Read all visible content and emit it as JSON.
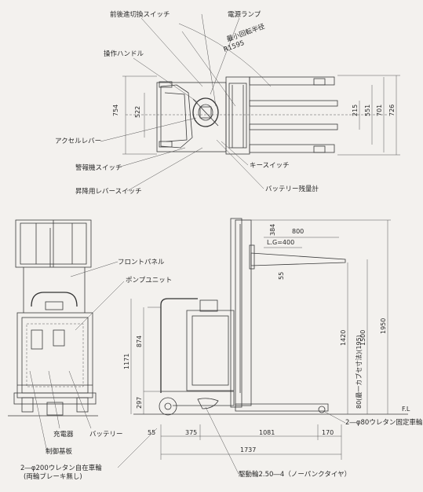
{
  "labels": {
    "direction_switch": "前後進切換スイッチ",
    "power_lamp": "電源ランプ",
    "min_turn_radius": "最小回転半径",
    "radius_value": "R1595",
    "handle": "操作ハンドル",
    "accel_lever": "アクセルレバー",
    "horn_switch": "警報機スイッチ",
    "lift_lever_switch": "昇降用レバースイッチ",
    "key_switch": "キースイッチ",
    "battery_meter": "バッテリー残量計",
    "front_panel": "フロントパネル",
    "pump_unit": "ポンプユニット",
    "charger": "充電器",
    "battery": "バッテリー",
    "control_board": "制御基板",
    "caster": "2―φ200ウレタン自在車輪",
    "caster_note": "(両輪ブレーキ無し)",
    "drive_wheel": "駆動輪2.50―4（ノーパンクタイヤ）",
    "load_wheel": "2―φ80ウレタン固定車輪",
    "floor": "F.L",
    "lift_note": "80(最一カブセ寸法)(195)"
  },
  "dims_top": {
    "d754": "754",
    "d522": "522",
    "d215": "215",
    "d551": "551",
    "d701": "701",
    "d726": "726"
  },
  "dims_side": {
    "d384": "384",
    "d800": "800",
    "lg": "L.G=400",
    "d55a": "55",
    "d874": "874",
    "d1171": "1171",
    "d297": "297",
    "d1420": "1420",
    "d1500": "1500",
    "d1950": "1950",
    "d55b": "55",
    "d375": "375",
    "d1081": "1081",
    "d170": "170",
    "d1737": "1737"
  }
}
